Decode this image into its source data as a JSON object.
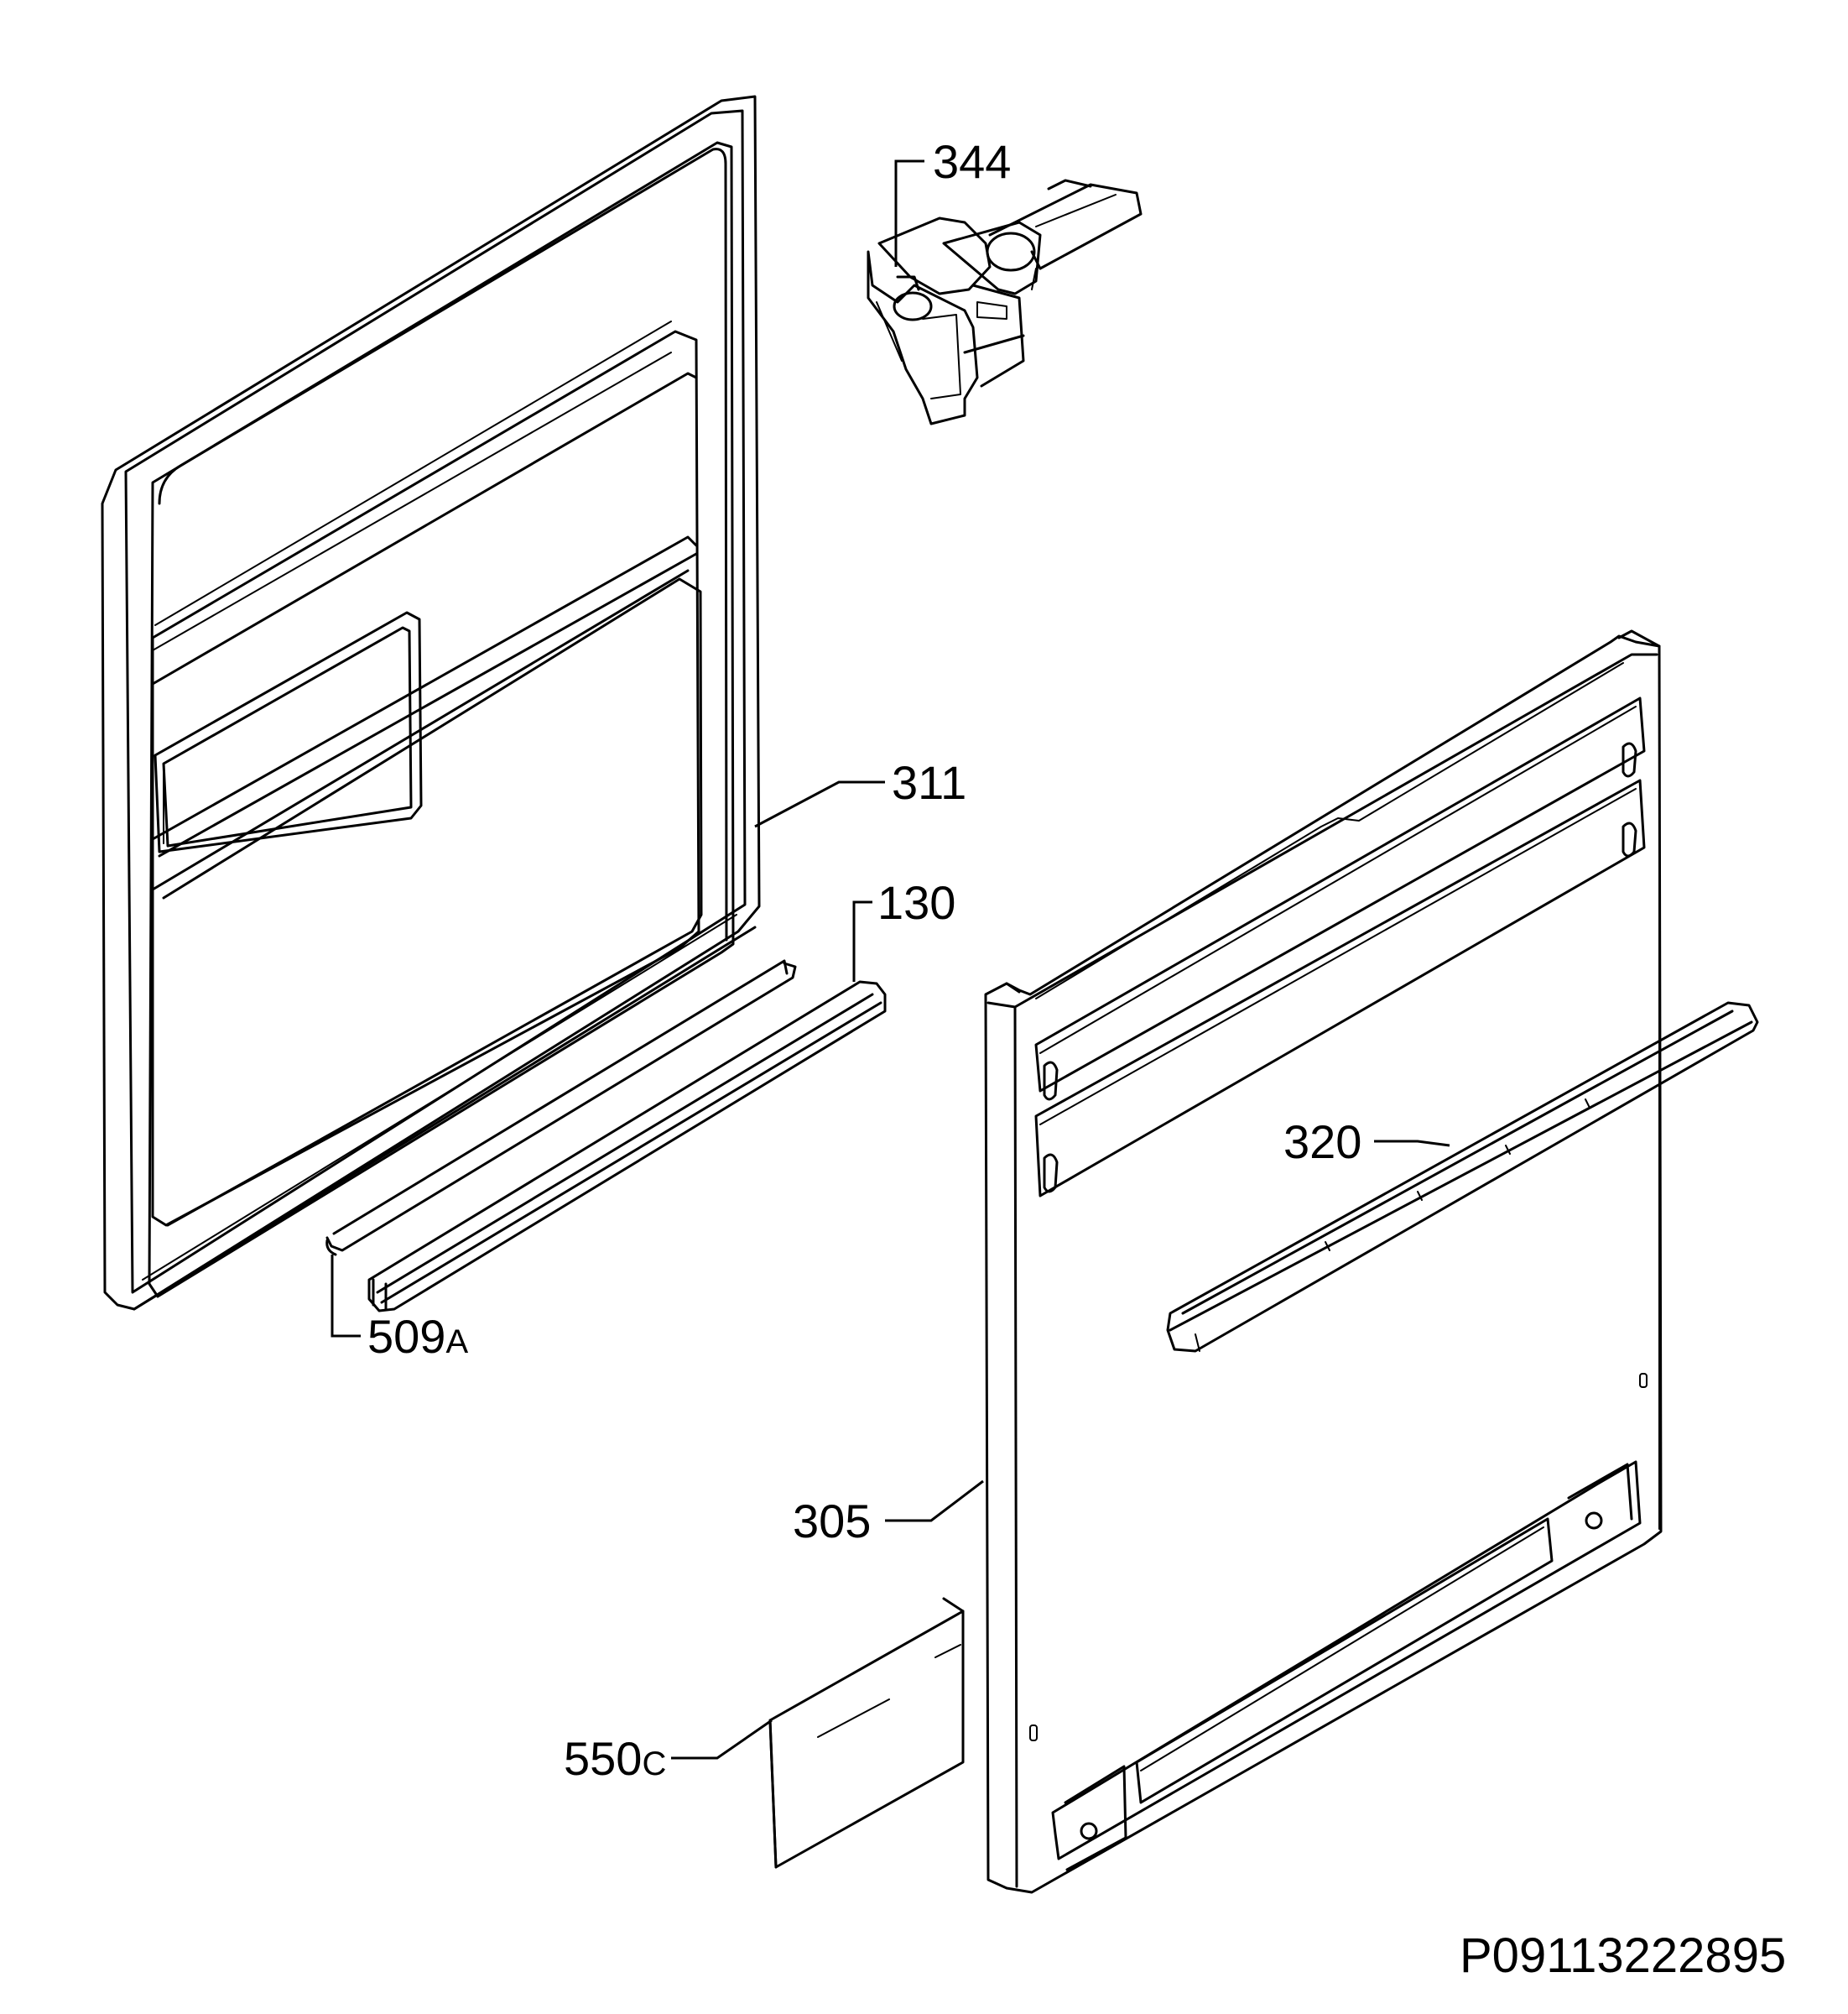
{
  "callouts": [
    {
      "id": "344",
      "number": "344",
      "suffix": ""
    },
    {
      "id": "311",
      "number": "311",
      "suffix": ""
    },
    {
      "id": "130",
      "number": "130",
      "suffix": ""
    },
    {
      "id": "320",
      "number": "320",
      "suffix": ""
    },
    {
      "id": "509a",
      "number": "509",
      "suffix": "A"
    },
    {
      "id": "305",
      "number": "305",
      "suffix": ""
    },
    {
      "id": "550c",
      "number": "550",
      "suffix": "C"
    }
  ],
  "reference_code": "P09113222895"
}
